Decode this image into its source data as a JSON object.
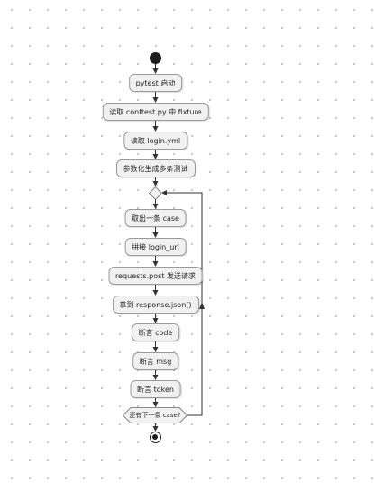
{
  "diagram": {
    "steps": [
      {
        "label": "pytest 启动"
      },
      {
        "label": "读取 conftest.py 中 fixture"
      },
      {
        "label": "读取 login.yml"
      },
      {
        "label": "参数化生成多条测试"
      },
      {
        "label": "取出一条 case"
      },
      {
        "label": "拼接 login_url"
      },
      {
        "label": "requests.post 发送请求"
      },
      {
        "label": "拿到 response.json()"
      },
      {
        "label": "断言 code"
      },
      {
        "label": "断言 msg"
      },
      {
        "label": "断言 token"
      }
    ],
    "decision_label": "还有下一条 case?"
  }
}
